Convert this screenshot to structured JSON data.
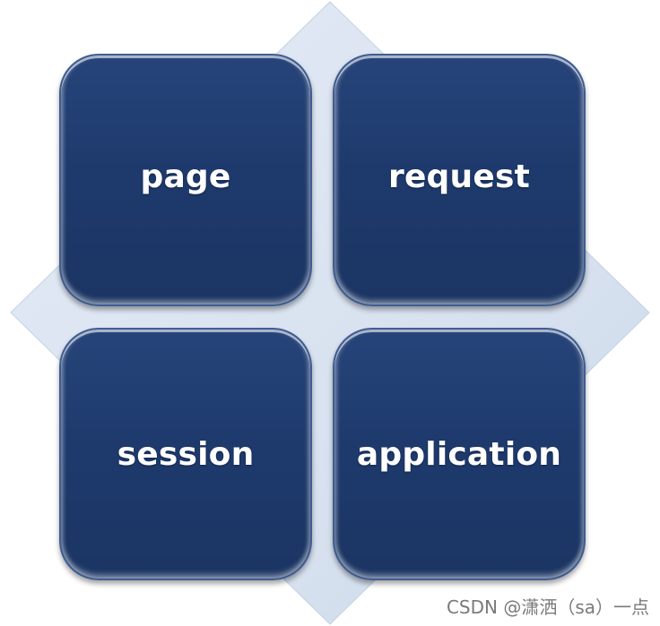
{
  "diagram": {
    "tiles": [
      {
        "label": "page"
      },
      {
        "label": "request"
      },
      {
        "label": "session"
      },
      {
        "label": "application"
      }
    ],
    "colors": {
      "tile_fill": "#1e3a6d",
      "tile_border": "#3f5d92",
      "diamond_fill": "#dbe4f1",
      "label": "#ffffff"
    }
  },
  "watermark": "CSDN @潇洒（sa）一点"
}
